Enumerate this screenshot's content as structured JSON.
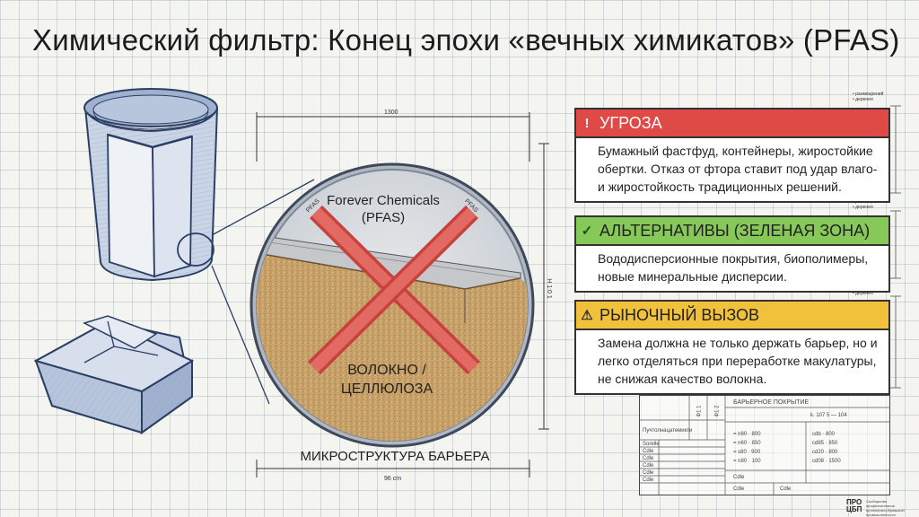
{
  "title": "Химический фильтр: Конец эпохи «вечных химикатов» (PFAS)",
  "cards": [
    {
      "icon": "!",
      "heading": "УГРОЗА",
      "text": "Бумажный фастфуд, контейнеры, жиростойкие обертки. Отказ от фтора ставит под удар влаго- и жиростойкость традиционных решений.",
      "color": "#df4a47"
    },
    {
      "icon": "✓",
      "heading": "АЛЬТЕРНАТИВЫ (ЗЕЛЕНАЯ ЗОНА)",
      "text": "Вододисперсионные покрытия, биополимеры, новые минеральные дисперсии.",
      "color": "#86c958"
    },
    {
      "icon": "⚠",
      "heading": "РЫНОЧНЫЙ ВЫЗОВ",
      "text": "Замена должна не только держать барьер, но и легко отделяться при переработке макулатуры, не снижая качество волокна.",
      "color": "#f1c13c"
    }
  ],
  "diagram": {
    "pfas_label": "Forever Chemicals\n(PFAS)",
    "fiber_label": "ВОЛОКНО /\nЦЕЛЛЮЛОЗА",
    "caption": "МИКРОСТРУКТУРА БАРЬЕРА",
    "dim_top": "1300",
    "dim_right": "H 1:0 1",
    "dim_bottom": "96 cm",
    "cross_tag_left": "PFAS",
    "cross_tag_right": "PFAS"
  },
  "title_block": {
    "header": "БАРЬЕРНОЕ ПОКРЫТИЕ",
    "col_a": "Пучтолнацатемикти",
    "col_b": "Ф1 1",
    "col_c": "Ф1 2",
    "row_left": [
      "Sorelle",
      "Cdle",
      "Cdle",
      "Cdle",
      "Cdle",
      "Cdle"
    ],
    "spec1": "k. 107 5 — 104",
    "spec2": "= n80 · 800",
    "spec3": "= n60 · 850",
    "spec4": "= s80 · 900",
    "spec5": "= n80 · 100",
    "spec6": "cdb · 800",
    "spec7": "cd85 · 850",
    "spec8": "cd20 · 800",
    "spec9": "cd08 · 1500",
    "foot1": "Cdle",
    "foot2": "Cdle",
    "foot3": "Cdle"
  },
  "margin_notes": {
    "n1": "• ранмеарений\n• деренея",
    "n2": "• ранмеарений\n• деренея",
    "n3": "• ранмеарений\n• деренея"
  },
  "logo": {
    "mark": "ПРО\nЦБП",
    "text": "Сообщество профессионалов\nцеллюлозно-бумажной\nпромышленности"
  }
}
